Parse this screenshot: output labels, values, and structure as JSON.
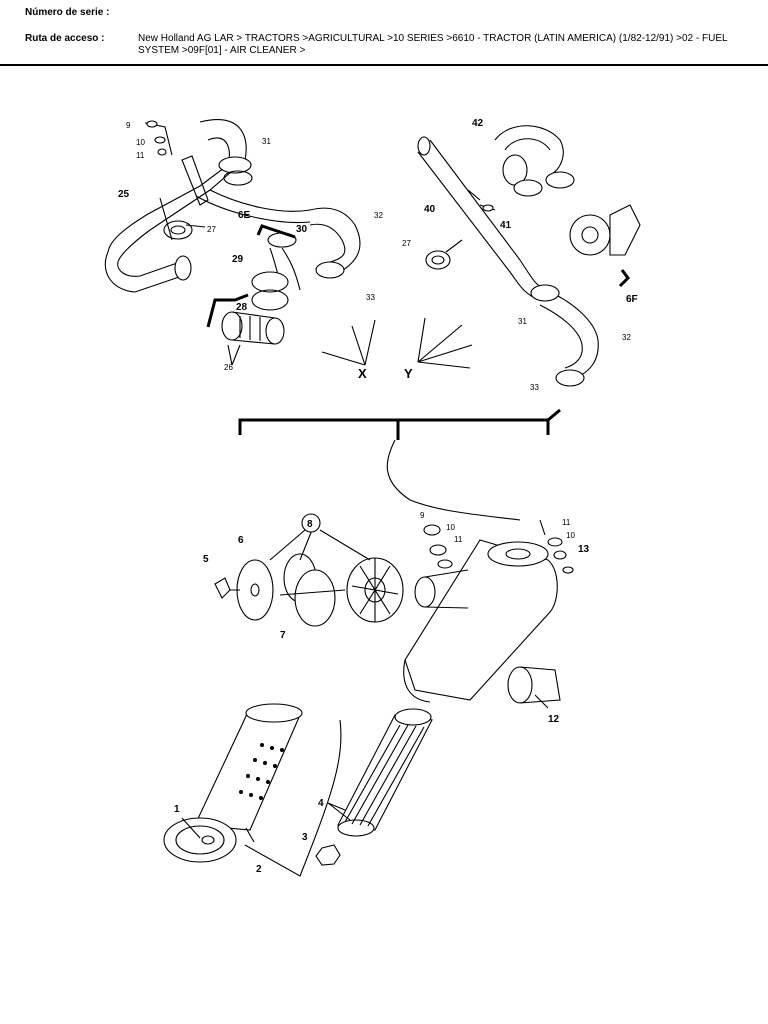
{
  "header": {
    "serial_label": "Número de serie :",
    "serial_value": "",
    "path_label": "Ruta de acceso :",
    "path_value": "New Holland AG LAR > TRACTORS >AGRICULTURAL >10 SERIES >6610 - TRACTOR (LATIN AMERICA) (1/82-12/91) >02 - FUEL SYSTEM >09F[01] - AIR CLEANER >"
  },
  "diagram": {
    "callouts": [
      "1",
      "2",
      "3",
      "4",
      "5",
      "6",
      "7",
      "8",
      "9",
      "10",
      "11",
      "12",
      "13",
      "25",
      "26",
      "27",
      "28",
      "29",
      "30",
      "31",
      "32",
      "33",
      "40",
      "41",
      "42",
      "6E",
      "6F",
      "X",
      "Y"
    ]
  }
}
